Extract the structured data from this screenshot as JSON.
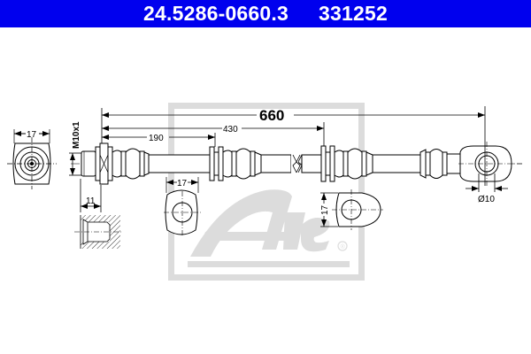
{
  "header": {
    "part_number": "24.5286-0660.3",
    "ref_number": "331252",
    "background_color": "#0000ee",
    "text_color": "#ffffff"
  },
  "dimensions": {
    "total_length": "660",
    "length_430": "430",
    "length_190": "190",
    "thread": "M10x1",
    "fitting_width": "17",
    "thread_depth": "11",
    "bracket_1_width": "17",
    "bracket_2_height": "17",
    "eye_diameter": "Ø10"
  },
  "watermark": {
    "logo": "Ate",
    "registered_mark": "®",
    "color": "#d8d8d8"
  }
}
